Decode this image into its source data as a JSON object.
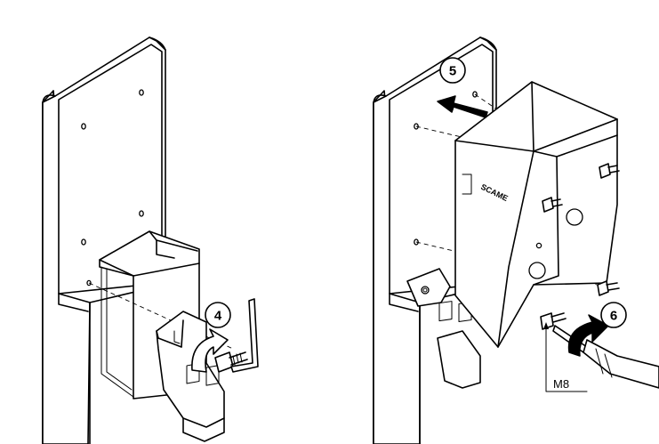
{
  "steps": [
    {
      "number": "4"
    },
    {
      "number": "5"
    },
    {
      "number": "6"
    }
  ],
  "labels": {
    "screw_size": "M8",
    "brand_text": "SCAME"
  }
}
